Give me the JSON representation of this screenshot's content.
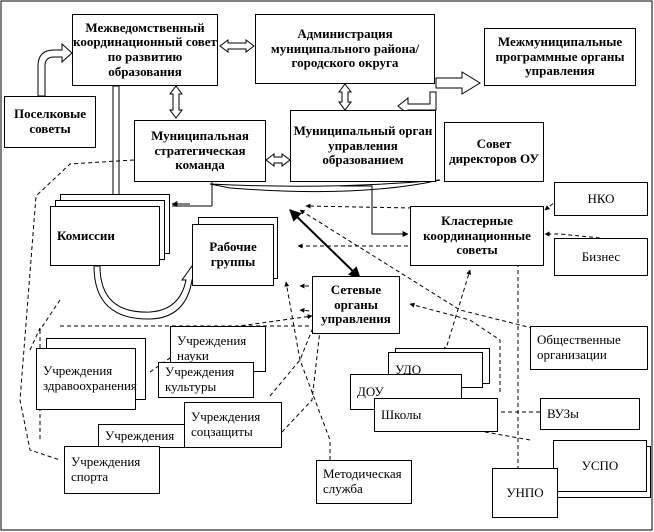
{
  "nodes": {
    "coord_council": "Межведомственный координационный совет по развитию образования",
    "admin": "Администрация муниципального района/городского округа",
    "intermunicipal": "Межмуниципальные программные органы управления",
    "settlement_councils": "Поселковые советы",
    "strategic_team": "Муниципальная стратегическая команда",
    "edu_authority": "Муниципальный орган управления образованием",
    "directors_council": "Совет директоров ОУ",
    "nko": "НКО",
    "commissions": "Комиссии",
    "working_groups": "Рабочие группы",
    "cluster_councils": "Кластерные координационные советы",
    "business": "Бизнес",
    "network_bodies": "Сетевые органы управления",
    "public_orgs": "Общественные организации",
    "health": "Учреждения здравоохранения",
    "science": "Учреждения науки",
    "culture": "Учреждения культуры",
    "social": "Учреждения соцзащиты",
    "inst_generic": "Учреждения",
    "sport": "Учреждения спорта",
    "udo": "УДО",
    "dou": "ДОУ",
    "schools": "Школы",
    "universities": "ВУЗы",
    "method_service": "Методическая служба",
    "uspo": "УСПО",
    "unpo": "УНПО"
  }
}
